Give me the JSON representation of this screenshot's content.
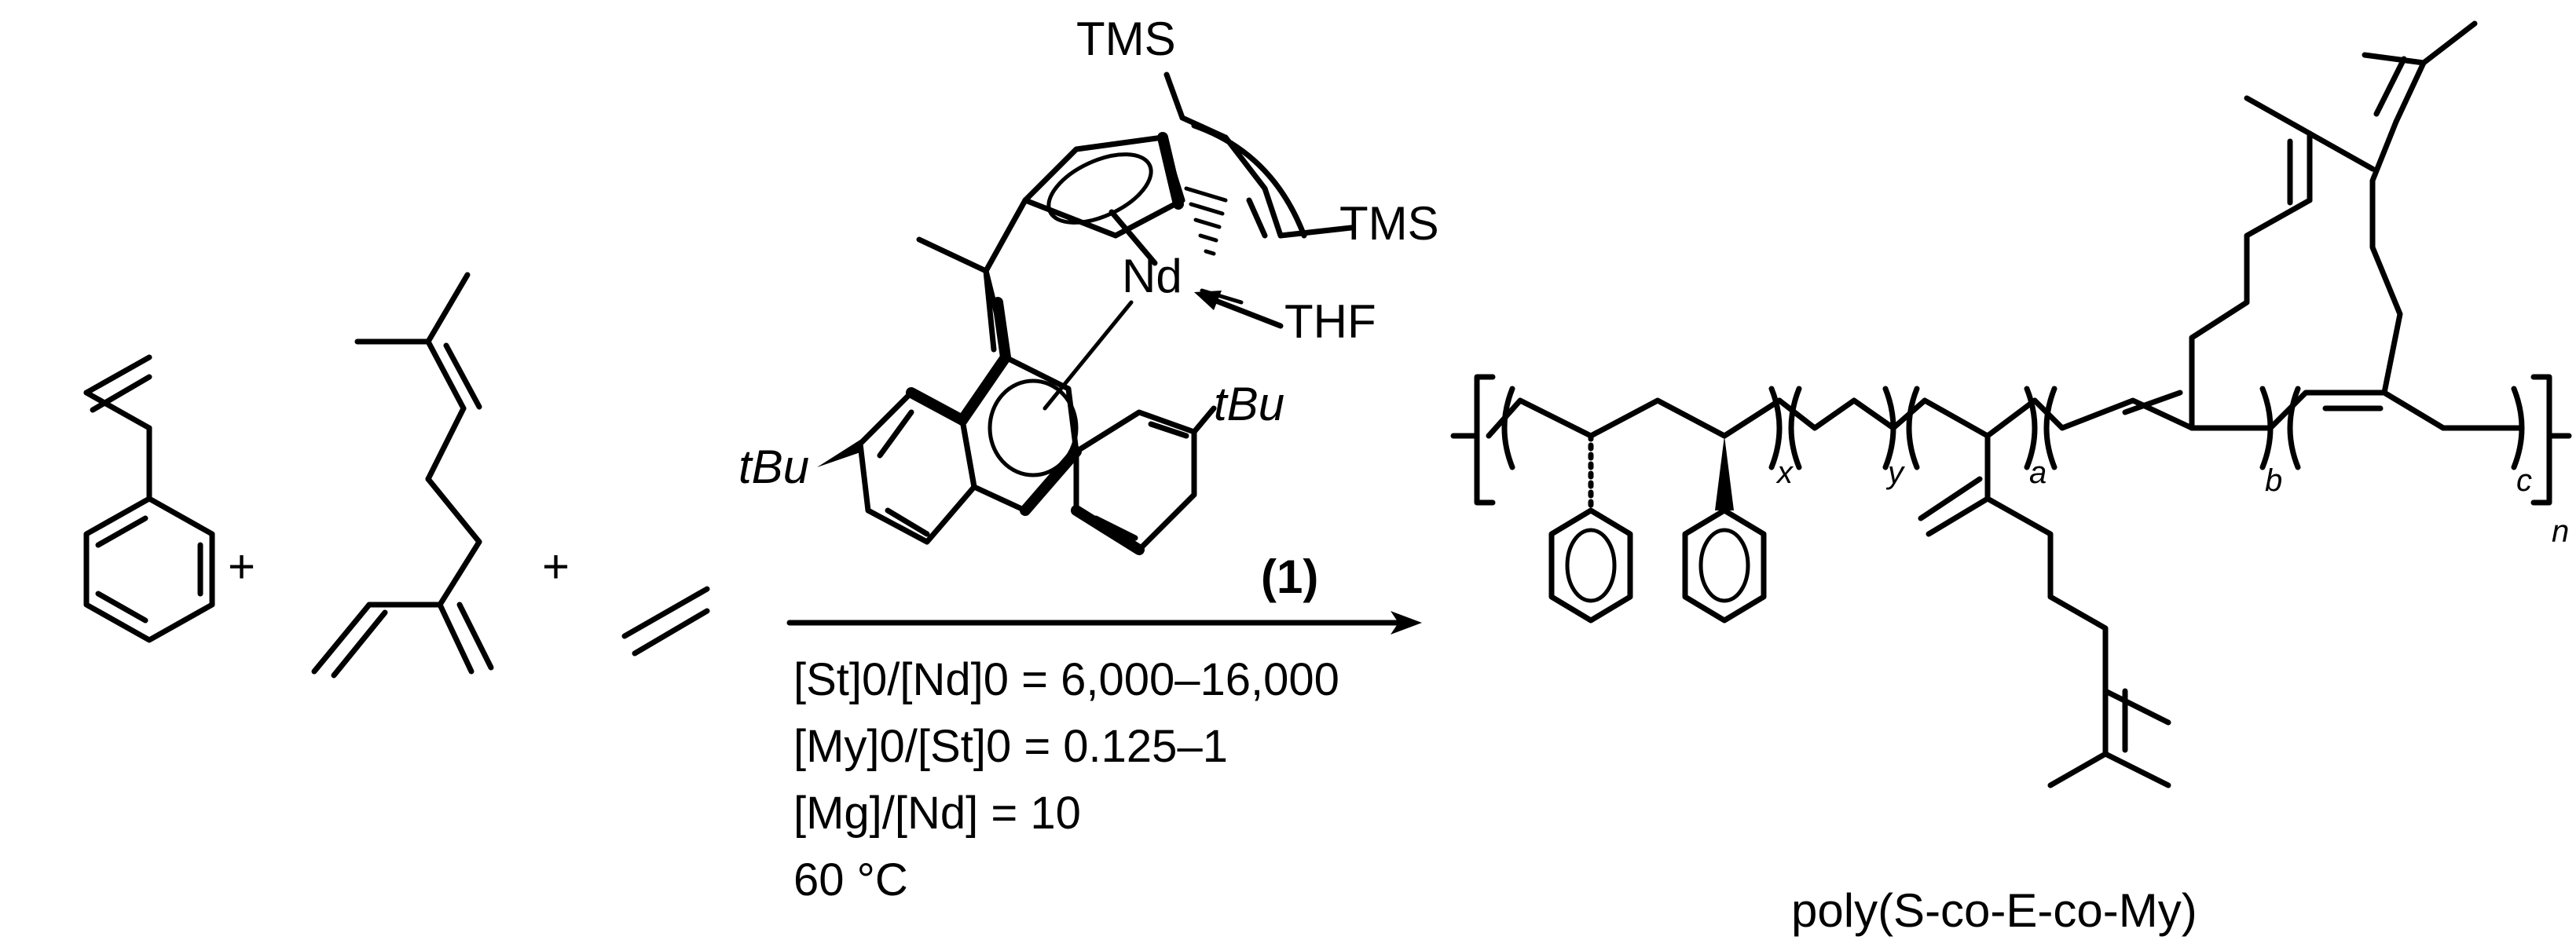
{
  "labels": {
    "tms_top": "TMS",
    "tms_right": "TMS",
    "nd": "Nd",
    "thf": "THF",
    "tbu_left": "tBu",
    "tbu_right": "tBu",
    "catalyst_id": "(1)",
    "product_name": "poly(S-co-E-co-My)",
    "plus_1": "+",
    "plus_2": "+"
  },
  "conditions": [
    "[St]0/[Nd]0 = 6,000–16,000",
    "[My]0/[St]0 = 0.125–1",
    "[Mg]/[Nd] = 10",
    "60 °C"
  ],
  "subscripts": {
    "x": "x",
    "y": "y",
    "a": "a",
    "b": "b",
    "c": "c",
    "n": "n"
  }
}
